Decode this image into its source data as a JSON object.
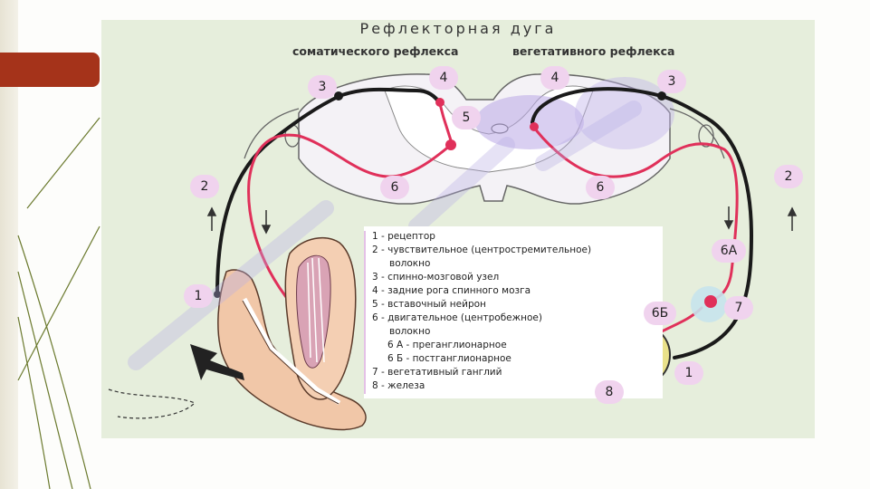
{
  "title": "Рефлекторная  дуга",
  "subtitle_left": "соматического рефлекса",
  "subtitle_right": "вегетативного рефлекса",
  "labels": {
    "left_3": "3",
    "left_4": "4",
    "left_5": "5",
    "left_2": "2",
    "left_6": "6",
    "left_1": "1",
    "right_4": "4",
    "right_3": "3",
    "right_2": "2",
    "right_6": "6",
    "right_6a": "6А",
    "right_6b": "6Б",
    "right_7": "7",
    "right_1": "1",
    "right_8": "8"
  },
  "legend": [
    "1 - рецептор",
    "2 - чувствительное  (центростремительное)",
    "волокно",
    "3 - спинно-мозговой узел",
    "4 - задние рога спинного мозга",
    "5 - вставочный нейрон",
    "6 - двигательное (центробежное)",
    "волокно",
    "6 А - преганглионарное",
    "6 Б - постганглионарное",
    "7 - вегетативный ганглий",
    "8 - железа"
  ],
  "colors": {
    "panel": "#e6eedc",
    "badge": "#f0d3ee",
    "sensory_fiber": "#1a1a1a",
    "motor_fiber": "#e0305a",
    "accent_tab": "#a5331a"
  }
}
